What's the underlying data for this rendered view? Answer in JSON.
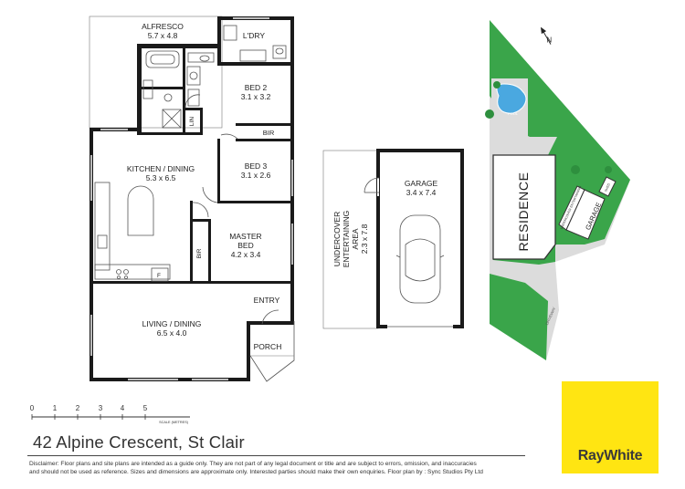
{
  "plan": {
    "rooms": {
      "alfresco": {
        "name": "ALFRESCO",
        "size": "5.7 x 4.8"
      },
      "laundry": {
        "name": "L'DRY"
      },
      "bed2": {
        "name": "BED 2",
        "size": "3.1 x 3.2"
      },
      "lin": {
        "name": "LIN"
      },
      "bir_top": {
        "name": "BIR"
      },
      "kitchen": {
        "name": "KITCHEN / DINING",
        "size": "5.3 x 6.5"
      },
      "bed3": {
        "name": "BED 3",
        "size": "3.1 x 2.6"
      },
      "master": {
        "name": "MASTER",
        "name2": "BED",
        "size": "4.2 x 3.4"
      },
      "bir_master": {
        "name": "BIR"
      },
      "fridge": {
        "name": "F"
      },
      "entry": {
        "name": "ENTRY"
      },
      "living": {
        "name": "LIVING / DINING",
        "size": "6.5 x 4.0"
      },
      "porch": {
        "name": "PORCH"
      },
      "undercover": {
        "line1": "UNDERCOVER",
        "line2": "ENTERTAINING",
        "line3": "AREA",
        "size": "2.3 x 7.8"
      },
      "garage": {
        "name": "GARAGE",
        "size": "3.4 x 7.4"
      }
    },
    "scale": {
      "ticks": [
        "0",
        "1",
        "2",
        "3",
        "4",
        "5"
      ],
      "caption": "SCALE (METRES)"
    }
  },
  "site": {
    "residence": "RESIDENCE",
    "pool": "POOL",
    "undercover": "UNDERCOVER ENTERTAINING",
    "garage": "GARAGE",
    "shed": "SHED",
    "driveway": "DRIVEWAY",
    "north": "N"
  },
  "footer": {
    "address": "42 Alpine Crescent, St Clair",
    "disclaimer_line1": "Disclaimer: Floor plans and site plans are intended as a guide only. They are not part of any legal document or title and are subject to errors, omission, and inaccuracies",
    "disclaimer_line2": "and should not be used as reference. Sizes and dimensions are approximate only. Interested parties should make their own enquiries. Floor plan by : Sync Studios Pty Ltd"
  },
  "brand": {
    "name": "RayWhite",
    "color": "#ffe512",
    "lawn_color": "#3aa54a",
    "pool_color": "#4aa8e0"
  }
}
